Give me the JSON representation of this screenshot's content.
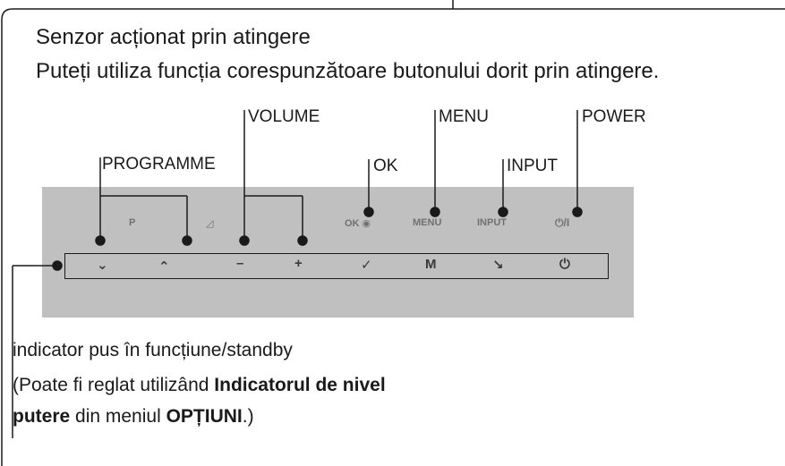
{
  "heading": "Senzor acționat prin atingere",
  "instruction": "Puteți utiliza funcția corespunzătoare butonului dorit prin atingere.",
  "callouts": {
    "programme": "PROGRAMME",
    "volume": "VOLUME",
    "ok": "OK",
    "menu": "MENU",
    "input": "INPUT",
    "power": "POWER"
  },
  "panel_labels": {
    "programme": "P",
    "ok": "OK",
    "menu": "MENU",
    "input": "INPUT",
    "power": "⏻/I"
  },
  "standby_indicator": "indicator pus în funcțiune/standby",
  "note": {
    "part1": "(Poate fi reglat utilizând ",
    "bold1": "Indicatorul de nivel",
    "bold1b": "putere",
    "part2": " din meniul ",
    "bold2": "OPȚIUNI",
    "part3": ".)"
  }
}
